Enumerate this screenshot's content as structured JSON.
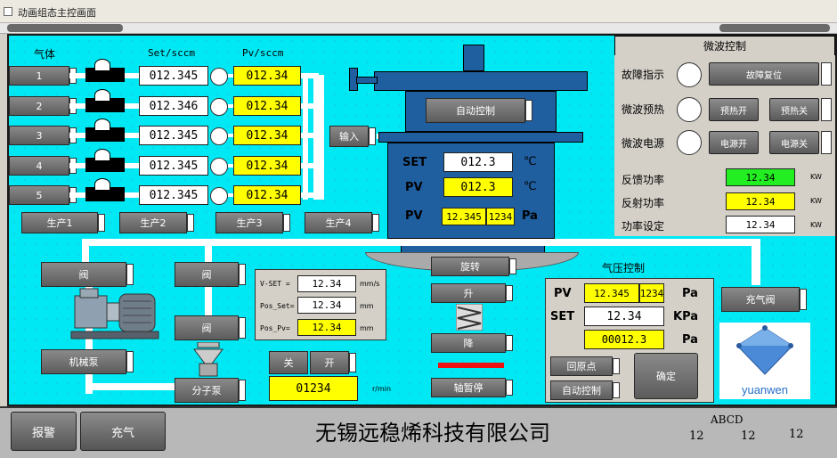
{
  "window": {
    "title": "动画组态主控画面"
  },
  "gas": {
    "header_gas": "气体",
    "header_set": "Set/sccm",
    "header_pv": "Pv/sccm",
    "rows": [
      {
        "label": "1",
        "set": "012.345",
        "pv": "012.34"
      },
      {
        "label": "2",
        "set": "012.346",
        "pv": "012.34"
      },
      {
        "label": "3",
        "set": "012.345",
        "pv": "012.34"
      },
      {
        "label": "4",
        "set": "012.345",
        "pv": "012.34"
      },
      {
        "label": "5",
        "set": "012.345",
        "pv": "012.34"
      }
    ],
    "input_btn": "输入",
    "produce": [
      "生产1",
      "生产2",
      "生产3",
      "生产4"
    ]
  },
  "chamber": {
    "auto_btn": "自动控制",
    "set_label": "SET",
    "set_val": "012.3",
    "set_unit": "℃",
    "pv_label": "PV",
    "pv_val": "012.3",
    "pv_unit": "℃",
    "pv2_label": "PV",
    "pv2_val": "12.345",
    "pv2_exp": "1234",
    "pv2_unit": "Pa"
  },
  "microwave": {
    "title": "微波控制",
    "fault": "故障指示",
    "fault_reset": "故障复位",
    "preheat": "微波预热",
    "preheat_on": "预热开",
    "preheat_off": "预热关",
    "power": "微波电源",
    "power_on": "电源开",
    "power_off": "电源关",
    "rows": [
      {
        "label": "反馈功率",
        "value": "12.34",
        "unit": "KW"
      },
      {
        "label": "反射功率",
        "value": "12.34",
        "unit": "KW"
      },
      {
        "label": "功率设定",
        "value": "12.34",
        "unit": "KW"
      }
    ]
  },
  "vacuum": {
    "valve1": "阀",
    "valve2": "阀",
    "valve3": "阀",
    "mech_pump": "机械泵",
    "mol_pump": "分子泵",
    "vset_label": "V-SET =",
    "vset_val": "12.34",
    "vset_unit": "mm/s",
    "pos_set_label": "Pos_Set=",
    "pos_set_val": "12.34",
    "pos_set_unit": "mm",
    "pos_pv_label": "Pos_Pv=",
    "pos_pv_val": "12.34",
    "pos_pv_unit": "mm",
    "off": "关",
    "on": "开",
    "speed_val": "01234",
    "speed_unit": "r/min"
  },
  "motion": {
    "rotate": "旋转",
    "up": "升",
    "down": "降",
    "axis_pause": "轴暂停"
  },
  "pressure": {
    "title": "气压控制",
    "pv_label": "PV",
    "pv_val": "12.345",
    "pv_exp": "1234",
    "pv_unit": "Pa",
    "set_label": "SET",
    "set_val": "12.34",
    "set_unit": "KPa",
    "val3": "00012.3",
    "val3_unit": "Pa",
    "home": "回原点",
    "auto": "自动控制",
    "confirm": "确定"
  },
  "fill_valve": "充气阀",
  "logo": {
    "text": "yuanwen"
  },
  "footer": {
    "alarm": "报警",
    "fill": "充气",
    "company": "无锡远稳烯科技有限公司",
    "code": "ABCD",
    "nums": [
      "12",
      "12",
      "12"
    ]
  },
  "colors": {
    "background": "#00e8f4",
    "chamber": "#1f5fa0",
    "value_yellow": "#ffff00",
    "value_green": "#22ee22",
    "indicator_red": "#ee1111"
  }
}
